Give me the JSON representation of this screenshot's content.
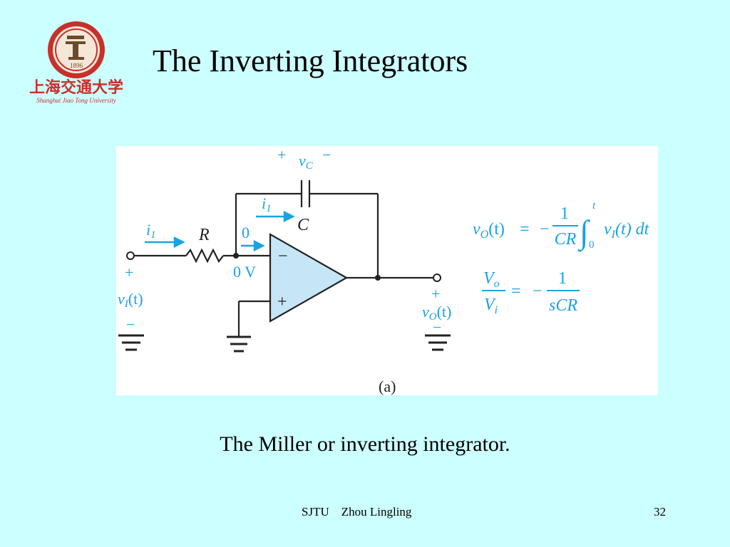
{
  "slide": {
    "title": "The Inverting Integrators",
    "caption": "The Miller or inverting integrator.",
    "footer": {
      "left": "SJTU    Zhou Lingling",
      "page": "32"
    }
  },
  "logo": {
    "seal_text": "1896",
    "chinese_name": "上海交通大学",
    "english_name": "Shanghai Jiao Tong University"
  },
  "figure": {
    "label": "(a)",
    "labels": {
      "vc_plus": "+",
      "vc_var": "v",
      "vc_sub": "C",
      "vc_minus": "−",
      "i1_var": "i",
      "i1_sub": "1",
      "capacitor": "C",
      "resistor": "R",
      "zero_current": "0",
      "zero_volt": "0 V",
      "input_plus": "+",
      "input_minus": "−",
      "input_var": "v",
      "input_sub": "I",
      "input_t": "(t)",
      "output_plus": "+",
      "output_minus": "−",
      "output_var": "v",
      "output_sub": "O",
      "output_t": "(t)",
      "opamp_minus": "−",
      "opamp_plus": "+"
    },
    "equations": {
      "eq1_lhs_var": "v",
      "eq1_lhs_sub": "O",
      "eq1_lhs_t": "(t)",
      "eq1_eq": "=",
      "eq1_minus": "−",
      "eq1_num": "1",
      "eq1_den": "CR",
      "eq1_integral": "∫",
      "eq1_upper": "t",
      "eq1_lower": "0",
      "eq1_integrand_var": "v",
      "eq1_integrand_sub": "I",
      "eq1_integrand_rest": "(t) dt",
      "eq2_num_var": "V",
      "eq2_num_sub": "o",
      "eq2_den_var": "V",
      "eq2_den_sub": "i",
      "eq2_eq": "=",
      "eq2_minus": "−",
      "eq2_rhs_num": "1",
      "eq2_rhs_den": "sCR"
    },
    "colors": {
      "annotation": "#1aa3e0",
      "opamp_fill": "#c6e6f7",
      "wire": "#222222",
      "logo_red": "#c8302a"
    }
  }
}
